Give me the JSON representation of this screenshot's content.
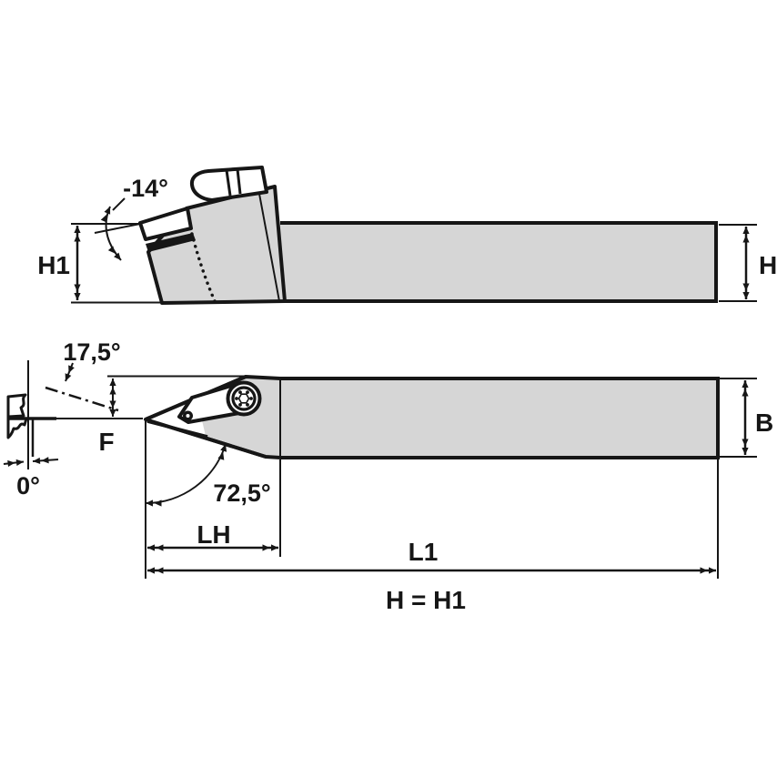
{
  "drawing": {
    "side_view": {
      "head_tilt_angle_label": "-14°",
      "height_left_label": "H1",
      "height_right_label": "H"
    },
    "plan_view": {
      "edge_angle_label": "17,5°",
      "tip_offset_label": "F",
      "center_height_angle_label": "0°",
      "point_angle_label": "72,5°",
      "head_length_label": "LH",
      "overall_length_label": "L1",
      "shank_width_label": "B"
    },
    "note_label": "H = H1"
  },
  "colors": {
    "body_fill": "#d6d6d6",
    "line": "#161616",
    "background": "#ffffff"
  }
}
